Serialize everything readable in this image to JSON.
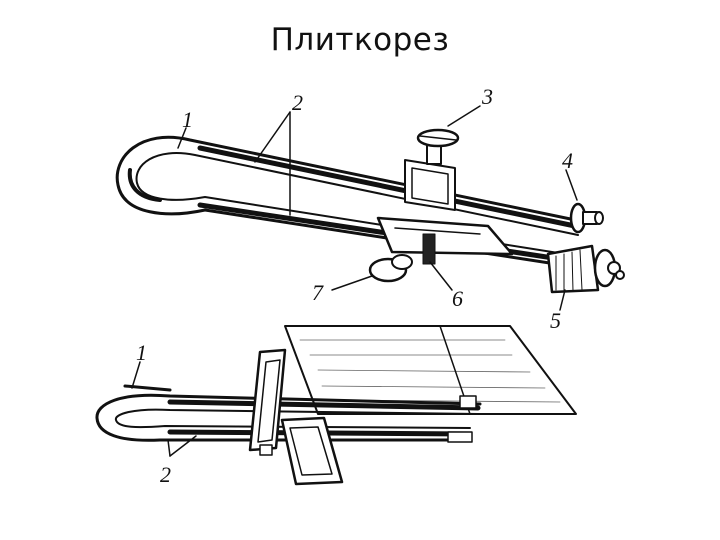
{
  "slide": {
    "title": "Плиткорез"
  },
  "figure": {
    "upper_labels": [
      "1",
      "2",
      "3",
      "4",
      "5",
      "6",
      "7"
    ],
    "lower_labels": [
      "1",
      "2"
    ]
  }
}
